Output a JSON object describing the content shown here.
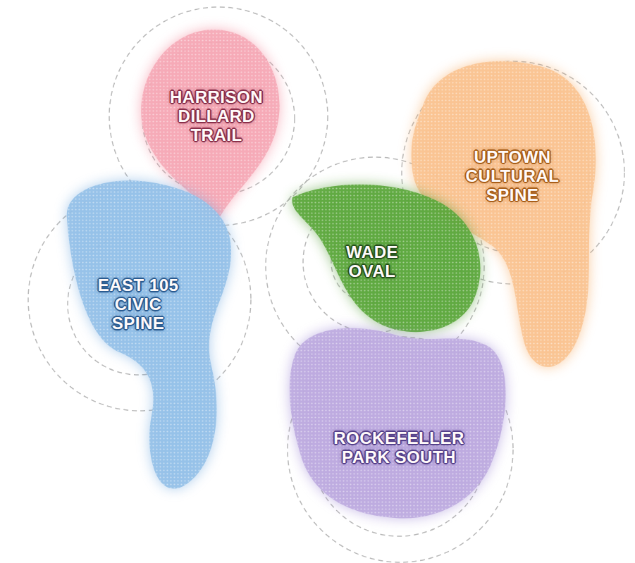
{
  "diagram": {
    "nodes": [
      {
        "text": [
          "HARRISON DILLARD TRAIL"
        ]
      },
      {
        "text": [
          "UPTOWN CULTURAL SPINE"
        ]
      },
      {
        "text": [
          "EAST 105 CIVIC SPINE"
        ]
      },
      {
        "text": [
          "WADE OVAL"
        ]
      },
      {
        "text": [
          "ROCKEFELLER PARK SOUTH"
        ]
      }
    ]
  }
}
